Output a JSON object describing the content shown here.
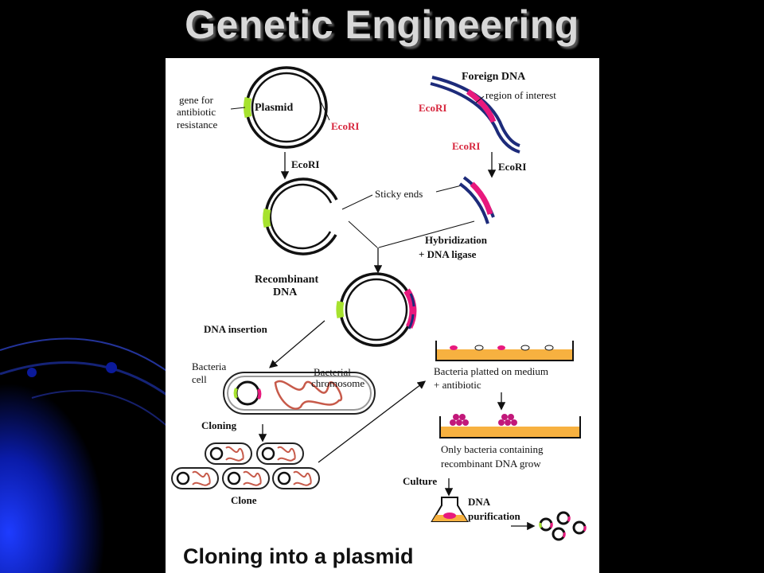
{
  "title": "Genetic Engineering",
  "diagram": {
    "plasmid": "Plasmid",
    "gene_label": [
      "gene for",
      "antibiotic",
      "resistance"
    ],
    "ecori": "EcoRI",
    "foreign_dna": "Foreign DNA",
    "region_of_interest": "region of interest",
    "sticky_ends": "Sticky ends",
    "hybridization": [
      "Hybridization",
      "+ DNA ligase"
    ],
    "recombinant": [
      "Recombinant",
      "DNA"
    ],
    "dna_insertion": "DNA insertion",
    "bacteria_cell": [
      "Bacteria",
      "cell"
    ],
    "bacterial_chromosome": [
      "Bacterial",
      "chromosome"
    ],
    "cloning": "Cloning",
    "clone": "Clone",
    "plated": [
      "Bacteria platted on medium",
      "+ antibiotic"
    ],
    "only_bacteria": [
      "Only bacteria containing",
      "recombinant DNA grow"
    ],
    "culture": "Culture",
    "purification": [
      "DNA",
      "purification"
    ],
    "caption": "Cloning into a plasmid"
  },
  "colors": {
    "gene_green": "#a6e22e",
    "insert_pink": "#e8197d",
    "dna_navy": "#1d2b7a",
    "ecori_red": "#d7263d",
    "medium_orange": "#f7b140"
  }
}
